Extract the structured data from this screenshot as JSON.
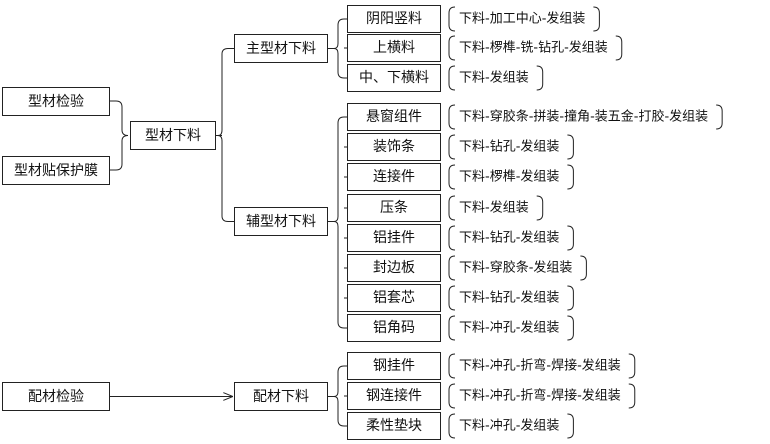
{
  "inputs": {
    "profile_check": "型材检验",
    "profile_film": "型材贴保护膜",
    "accessory_check": "配材检验"
  },
  "stages": {
    "profile_cutting": "型材下料",
    "accessory_cutting": "配材下料"
  },
  "groups": {
    "main_profile": "主型材下料",
    "aux_profile": "辅型材下料"
  },
  "main_items": [
    {
      "name": "阴阳竖料",
      "process": "下料-加工中心-发组装"
    },
    {
      "name": "上横料",
      "process": "下料-椤榫-铣-钻孔-发组装"
    },
    {
      "name": "中、下横料",
      "process": "下料-发组装"
    }
  ],
  "aux_items": [
    {
      "name": "悬窗组件",
      "process": "下料-穿胶条-拼装-撞角-装五金-打胶-发组装"
    },
    {
      "name": "装饰条",
      "process": "下料-钻孔-发组装"
    },
    {
      "name": "连接件",
      "process": "下料-椤榫-发组装"
    },
    {
      "name": "压条",
      "process": "下料-发组装"
    },
    {
      "name": "铝挂件",
      "process": "下料-钻孔-发组装"
    },
    {
      "name": "封边板",
      "process": "下料-穿胶条-发组装"
    },
    {
      "name": "铝套芯",
      "process": "下料-钻孔-发组装"
    },
    {
      "name": "铝角码",
      "process": "下料-冲孔-发组装"
    }
  ],
  "accessory_items": [
    {
      "name": "钢挂件",
      "process": "下料-冲孔-折弯-焊接-发组装"
    },
    {
      "name": "钢连接件",
      "process": "下料-冲孔-折弯-焊接-发组装"
    },
    {
      "name": "柔性垫块",
      "process": "下料-冲孔-发组装"
    }
  ]
}
